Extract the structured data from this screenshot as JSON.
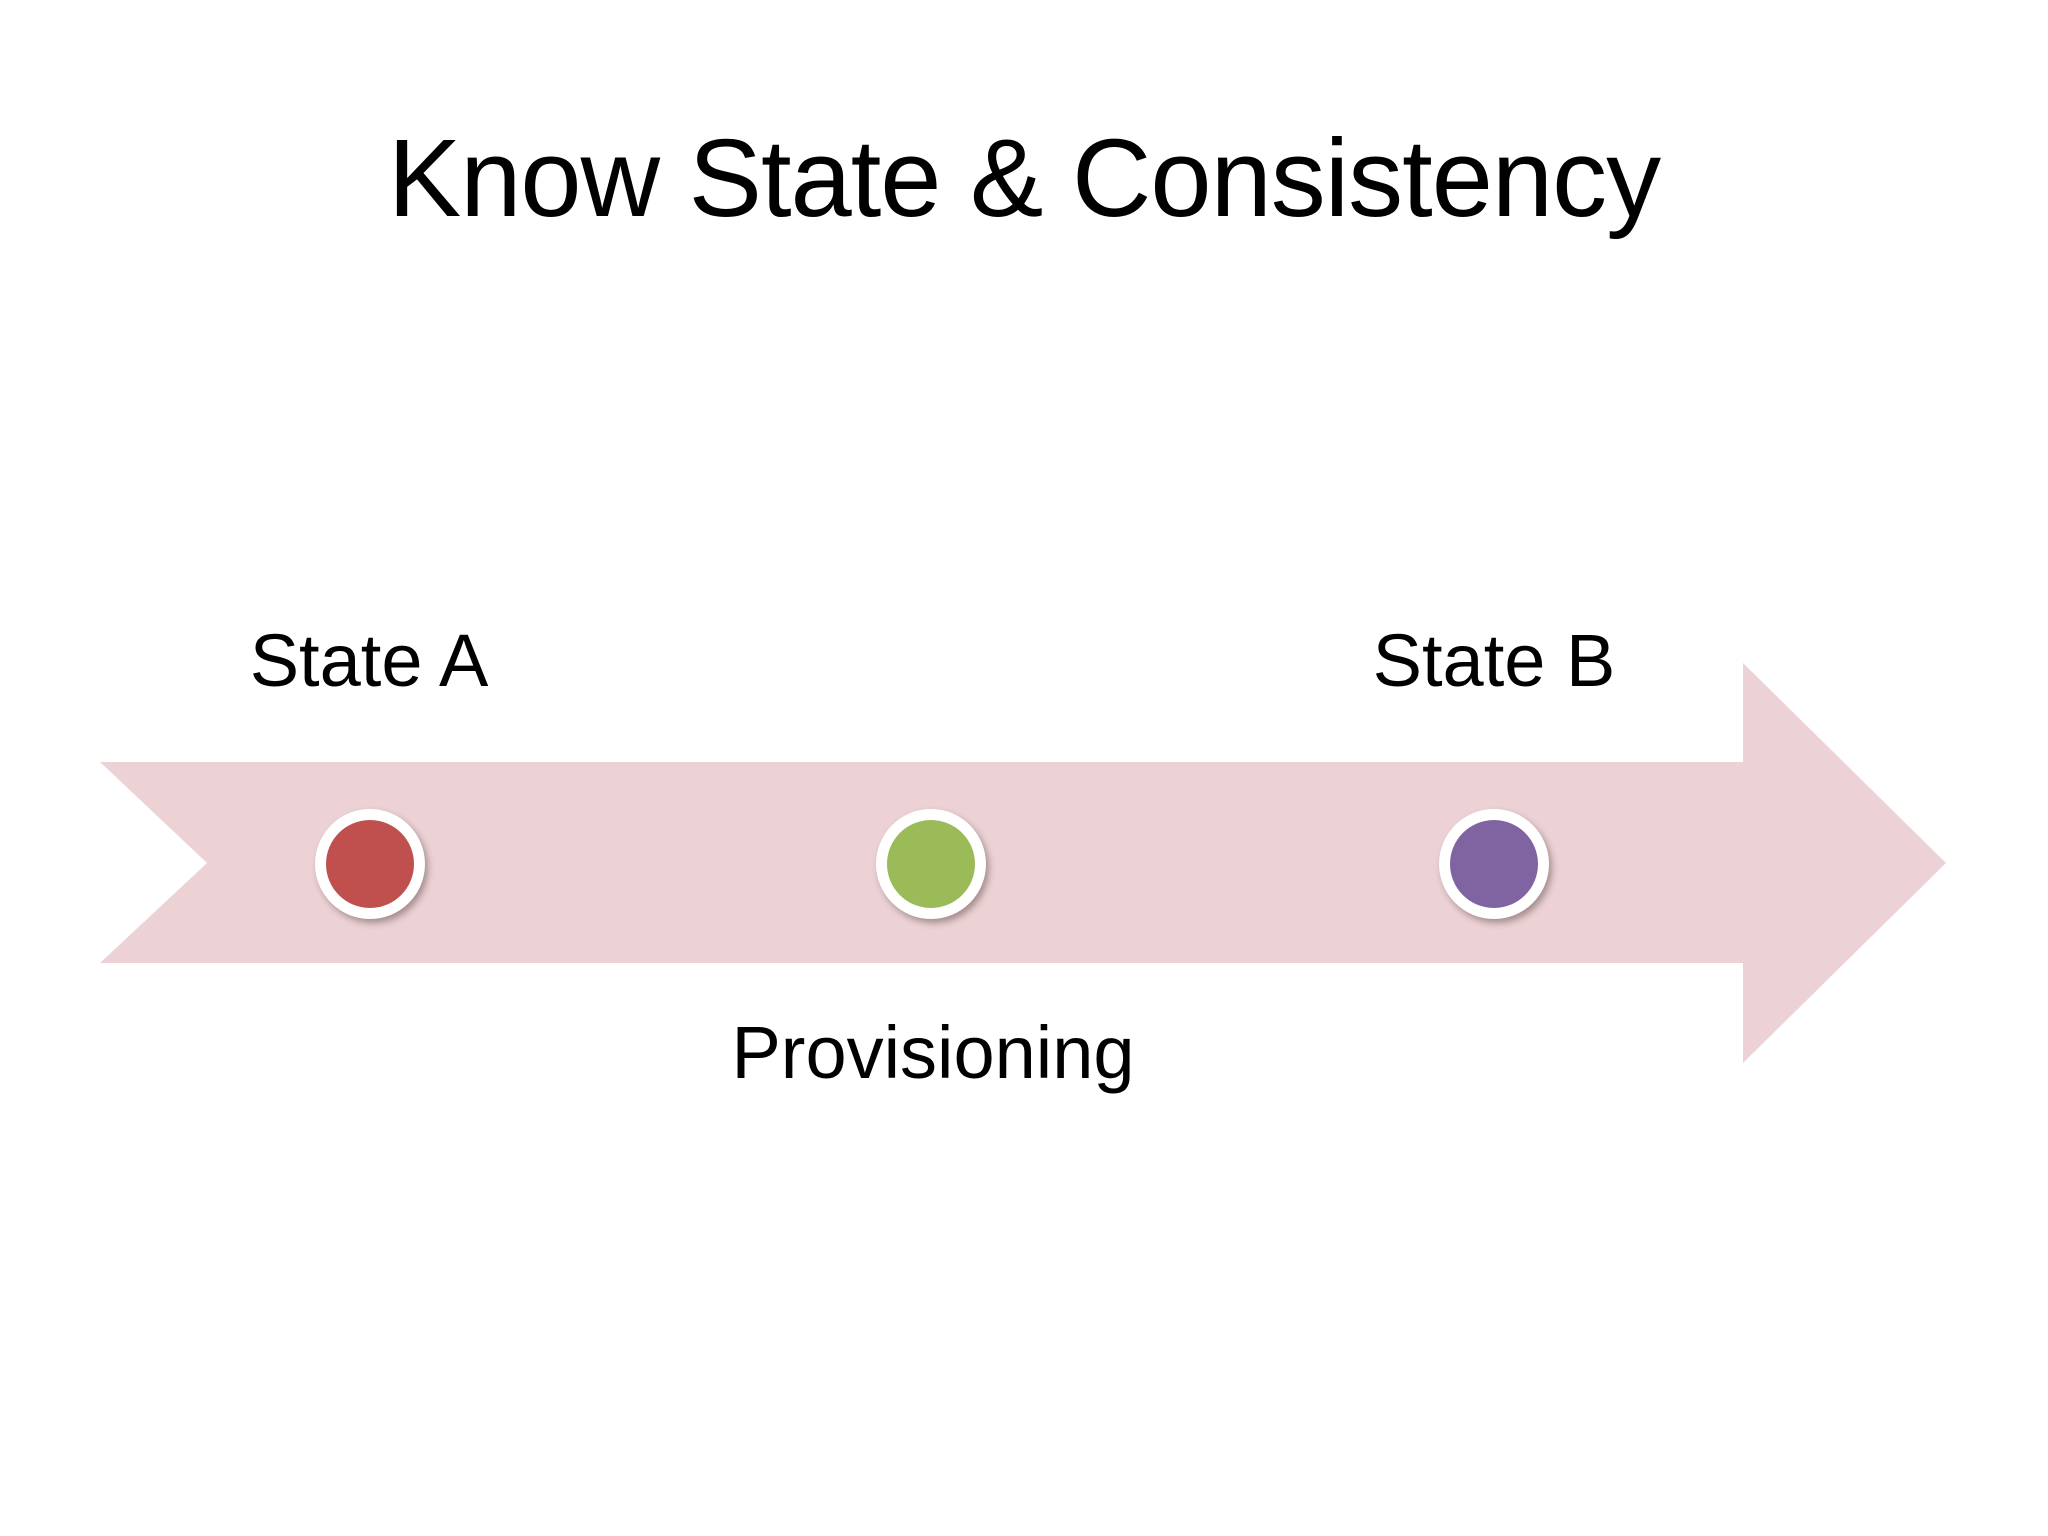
{
  "slide": {
    "title": "Know State & Consistency",
    "title_color": "#000000",
    "background_color": "#FFFFFF"
  },
  "timeline": {
    "shape": "right-arrow-with-notched-tail",
    "band_color": "#ECD2D4",
    "milestones": [
      {
        "id": "state-a",
        "label": "State A",
        "label_position": "above-band",
        "dot_color": "#C0504D",
        "dot_ring_color": "#FFFFFF"
      },
      {
        "id": "provisioning",
        "label": "Provisioning",
        "label_position": "below-band",
        "dot_color": "#9BBB59",
        "dot_ring_color": "#FFFFFF"
      },
      {
        "id": "state-b",
        "label": "State B",
        "label_position": "above-band",
        "dot_color": "#8064A2",
        "dot_ring_color": "#FFFFFF"
      }
    ]
  }
}
